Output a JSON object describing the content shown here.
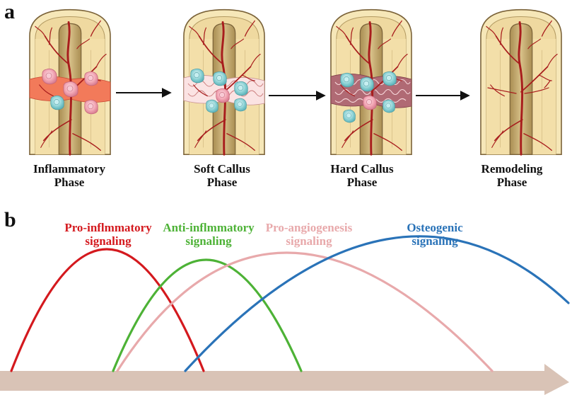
{
  "panel_a": {
    "letter": "a",
    "phases": [
      {
        "line1": "Inflammatory",
        "line2": "Phase",
        "icon": "bone-fracture-hematoma-icon"
      },
      {
        "line1": "Soft Callus",
        "line2": "Phase",
        "icon": "bone-fracture-soft-callus-icon"
      },
      {
        "line1": "Hard Callus",
        "line2": "Phase",
        "icon": "bone-fracture-hard-callus-icon"
      },
      {
        "line1": "Remodeling",
        "line2": "Phase",
        "icon": "bone-remodeled-icon"
      }
    ]
  },
  "panel_b": {
    "letter": "b",
    "signals": [
      {
        "line1": "Pro-inflmmatory",
        "line2": "signaling",
        "color": "#d4191e"
      },
      {
        "line1": "Anti-inflmmatory",
        "line2": "signaling",
        "color": "#4db236"
      },
      {
        "line1": "Pro-angiogenesis",
        "line2": "signaling",
        "color": "#e8a9ab"
      },
      {
        "line1": "Osteogenic",
        "line2": "signaling",
        "color": "#2a73b8"
      }
    ],
    "time_arrow_color": "#d9c3b6"
  },
  "colors": {
    "bone_outer": "#f6e7b8",
    "bone_inner": "#e9d09a",
    "bone_outline": "#7a6238",
    "marrow": "#c4ab6d",
    "vessel": "#a81d1d",
    "hematoma": "#f27a5a",
    "cell_pink": "#f2a6b4",
    "cell_teal": "#8fd3d6"
  }
}
